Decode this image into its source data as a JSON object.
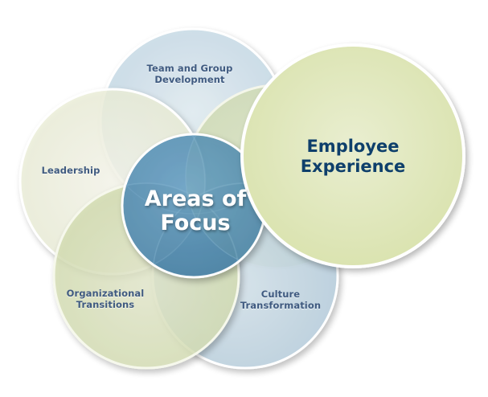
{
  "diagram": {
    "title": "Areas of Focus",
    "center": {
      "label_line1": "Areas of",
      "label_line2": "Focus",
      "color": "#5b95ba"
    },
    "featured": {
      "label_line1": "Employee",
      "label_line2": "Experience",
      "color": "#e2e8bf",
      "text_color": "#0e3f6b"
    },
    "petals": [
      {
        "id": "team",
        "label_line1": "Team and Group",
        "label_line2": "Development",
        "color": "#c9dbe6"
      },
      {
        "id": "leadership",
        "label_line1": "Leadership",
        "label_line2": "",
        "color": "#eef0dc"
      },
      {
        "id": "organizational",
        "label_line1": "Organizational",
        "label_line2": "Transitions",
        "color": "#d6dfb6"
      },
      {
        "id": "culture",
        "label_line1": "Culture",
        "label_line2": "Transformation",
        "color": "#bcd3e1"
      }
    ],
    "label_color": "#3f5a80"
  }
}
